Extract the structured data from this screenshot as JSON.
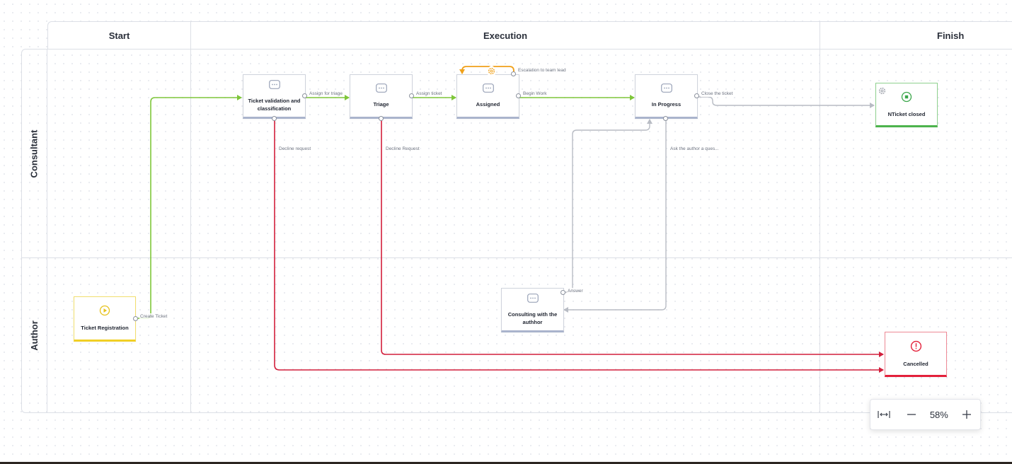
{
  "phases": {
    "start": "Start",
    "execution": "Execution",
    "finish": "Finish"
  },
  "lanes": {
    "consultant": "Consultant",
    "author": "Author"
  },
  "nodes": {
    "ticket_registration": "Ticket Registration",
    "ticket_validation": "Ticket validation and classification",
    "triage": "Triage",
    "assigned": "Assigned",
    "in_progress": "In Progress",
    "nticket_closed": "NTicket closed",
    "consulting": "Consulting with the authhor",
    "cancelled": "Cancelled"
  },
  "edges": {
    "create_ticket": "Create Ticket",
    "assign_for_triage": "Assign for triage",
    "assign_ticket": "Assign ticket",
    "begin_work": "Begin Work",
    "escalation": "Escalation to team lead",
    "close_ticket": "Close the ticket",
    "decline_request_1": "Decline request",
    "decline_request_2": "Decline Request",
    "ask_author": "Ask the author a ques...",
    "answer": "Answer"
  },
  "zoom": {
    "level": "58%"
  },
  "colors": {
    "green_edge": "#7ec63a",
    "red_edge": "#d21f3c",
    "gray_edge": "#b8bcc4",
    "orange_edge": "#f0a11a",
    "start_accent": "#f1cf25",
    "finish_accent": "#4db34d",
    "cancel_accent": "#e3203a"
  }
}
